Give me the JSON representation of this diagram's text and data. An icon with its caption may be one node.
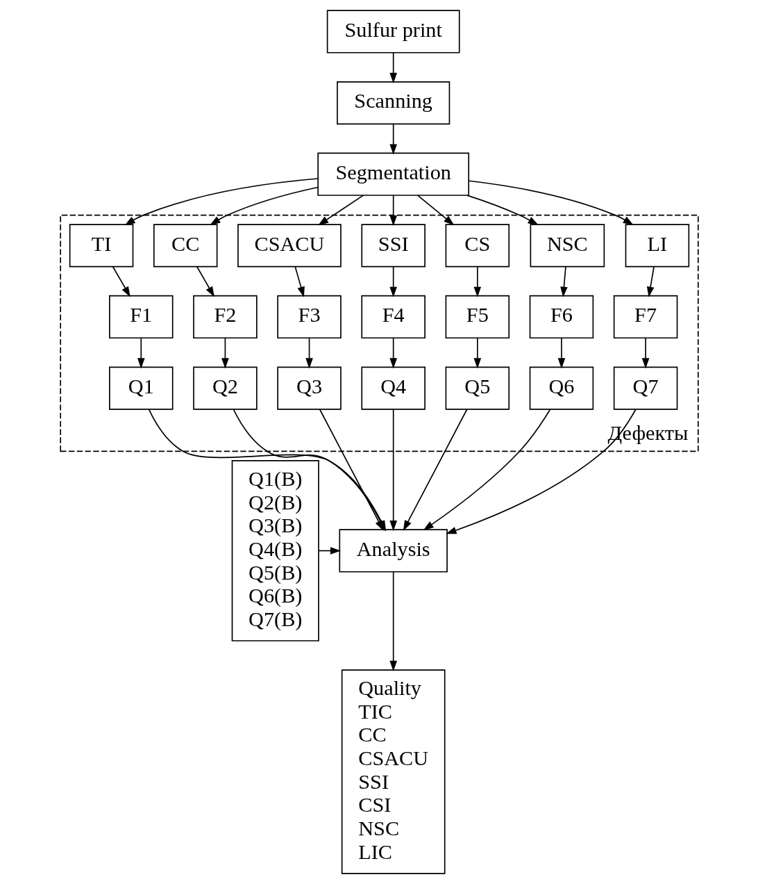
{
  "diagram": {
    "nodes": [
      {
        "text": [
          "Sulfur print"
        ]
      },
      {
        "text": [
          "Scanning"
        ]
      },
      {
        "text": [
          "Segmentation"
        ]
      },
      {
        "text": [
          "Дефекты"
        ]
      },
      {
        "text": [
          "TI"
        ],
        "in": 3
      },
      {
        "text": [
          "CC"
        ],
        "in": 3
      },
      {
        "text": [
          "CSACU"
        ],
        "in": 3
      },
      {
        "text": [
          "SSI"
        ],
        "in": 3
      },
      {
        "text": [
          "CS"
        ],
        "in": 3
      },
      {
        "text": [
          "NSC"
        ],
        "in": 3
      },
      {
        "text": [
          "LI"
        ],
        "in": 3
      },
      {
        "text": [
          "F1"
        ],
        "in": 3
      },
      {
        "text": [
          "F2"
        ],
        "in": 3
      },
      {
        "text": [
          "F3"
        ],
        "in": 3
      },
      {
        "text": [
          "F4"
        ],
        "in": 3
      },
      {
        "text": [
          "F5"
        ],
        "in": 3
      },
      {
        "text": [
          "F6"
        ],
        "in": 3
      },
      {
        "text": [
          "F7"
        ],
        "in": 3
      },
      {
        "text": [
          "Q1"
        ],
        "in": 3
      },
      {
        "text": [
          "Q2"
        ],
        "in": 3
      },
      {
        "text": [
          "Q3"
        ],
        "in": 3
      },
      {
        "text": [
          "Q4"
        ],
        "in": 3
      },
      {
        "text": [
          "Q5"
        ],
        "in": 3
      },
      {
        "text": [
          "Q6"
        ],
        "in": 3
      },
      {
        "text": [
          "Q7"
        ],
        "in": 3
      },
      {
        "text": [
          "Q1(B)",
          "Q2(B)",
          "Q3(B)",
          "Q4(B)",
          "Q5(B)",
          "Q6(B)",
          "Q7(B)"
        ]
      },
      {
        "text": [
          "Analysis"
        ]
      },
      {
        "text": [
          "Quality",
          "TIC",
          "CC",
          "CSACU",
          "SSI",
          "CSI",
          "NSC",
          "LIC"
        ]
      }
    ],
    "edges": [
      {
        "from": 0,
        "to": 1,
        "arrow": "to"
      },
      {
        "from": 1,
        "to": 2,
        "arrow": "to"
      },
      {
        "from": 2,
        "to": 4,
        "arrow": "to"
      },
      {
        "from": 2,
        "to": 5,
        "arrow": "to"
      },
      {
        "from": 2,
        "to": 6,
        "arrow": "to"
      },
      {
        "from": 2,
        "to": 7,
        "arrow": "to"
      },
      {
        "from": 2,
        "to": 8,
        "arrow": "to"
      },
      {
        "from": 2,
        "to": 9,
        "arrow": "to"
      },
      {
        "from": 2,
        "to": 10,
        "arrow": "to"
      },
      {
        "from": 4,
        "to": 11,
        "arrow": "to"
      },
      {
        "from": 5,
        "to": 12,
        "arrow": "to"
      },
      {
        "from": 6,
        "to": 13,
        "arrow": "to"
      },
      {
        "from": 7,
        "to": 14,
        "arrow": "to"
      },
      {
        "from": 8,
        "to": 15,
        "arrow": "to"
      },
      {
        "from": 9,
        "to": 16,
        "arrow": "to"
      },
      {
        "from": 10,
        "to": 17,
        "arrow": "to"
      },
      {
        "from": 11,
        "to": 18,
        "arrow": "to"
      },
      {
        "from": 12,
        "to": 19,
        "arrow": "to"
      },
      {
        "from": 13,
        "to": 20,
        "arrow": "to"
      },
      {
        "from": 14,
        "to": 21,
        "arrow": "to"
      },
      {
        "from": 15,
        "to": 22,
        "arrow": "to"
      },
      {
        "from": 16,
        "to": 23,
        "arrow": "to"
      },
      {
        "from": 17,
        "to": 24,
        "arrow": "to"
      },
      {
        "from": 18,
        "to": 26,
        "arrow": "to"
      },
      {
        "from": 19,
        "to": 26,
        "arrow": "to"
      },
      {
        "from": 20,
        "to": 26,
        "arrow": "to"
      },
      {
        "from": 21,
        "to": 26,
        "arrow": "to"
      },
      {
        "from": 22,
        "to": 26,
        "arrow": "to"
      },
      {
        "from": 23,
        "to": 26,
        "arrow": "to"
      },
      {
        "from": 24,
        "to": 26,
        "arrow": "to"
      },
      {
        "from": 25,
        "to": 26,
        "arrow": "to"
      },
      {
        "from": 26,
        "to": 27,
        "arrow": "to"
      }
    ]
  }
}
